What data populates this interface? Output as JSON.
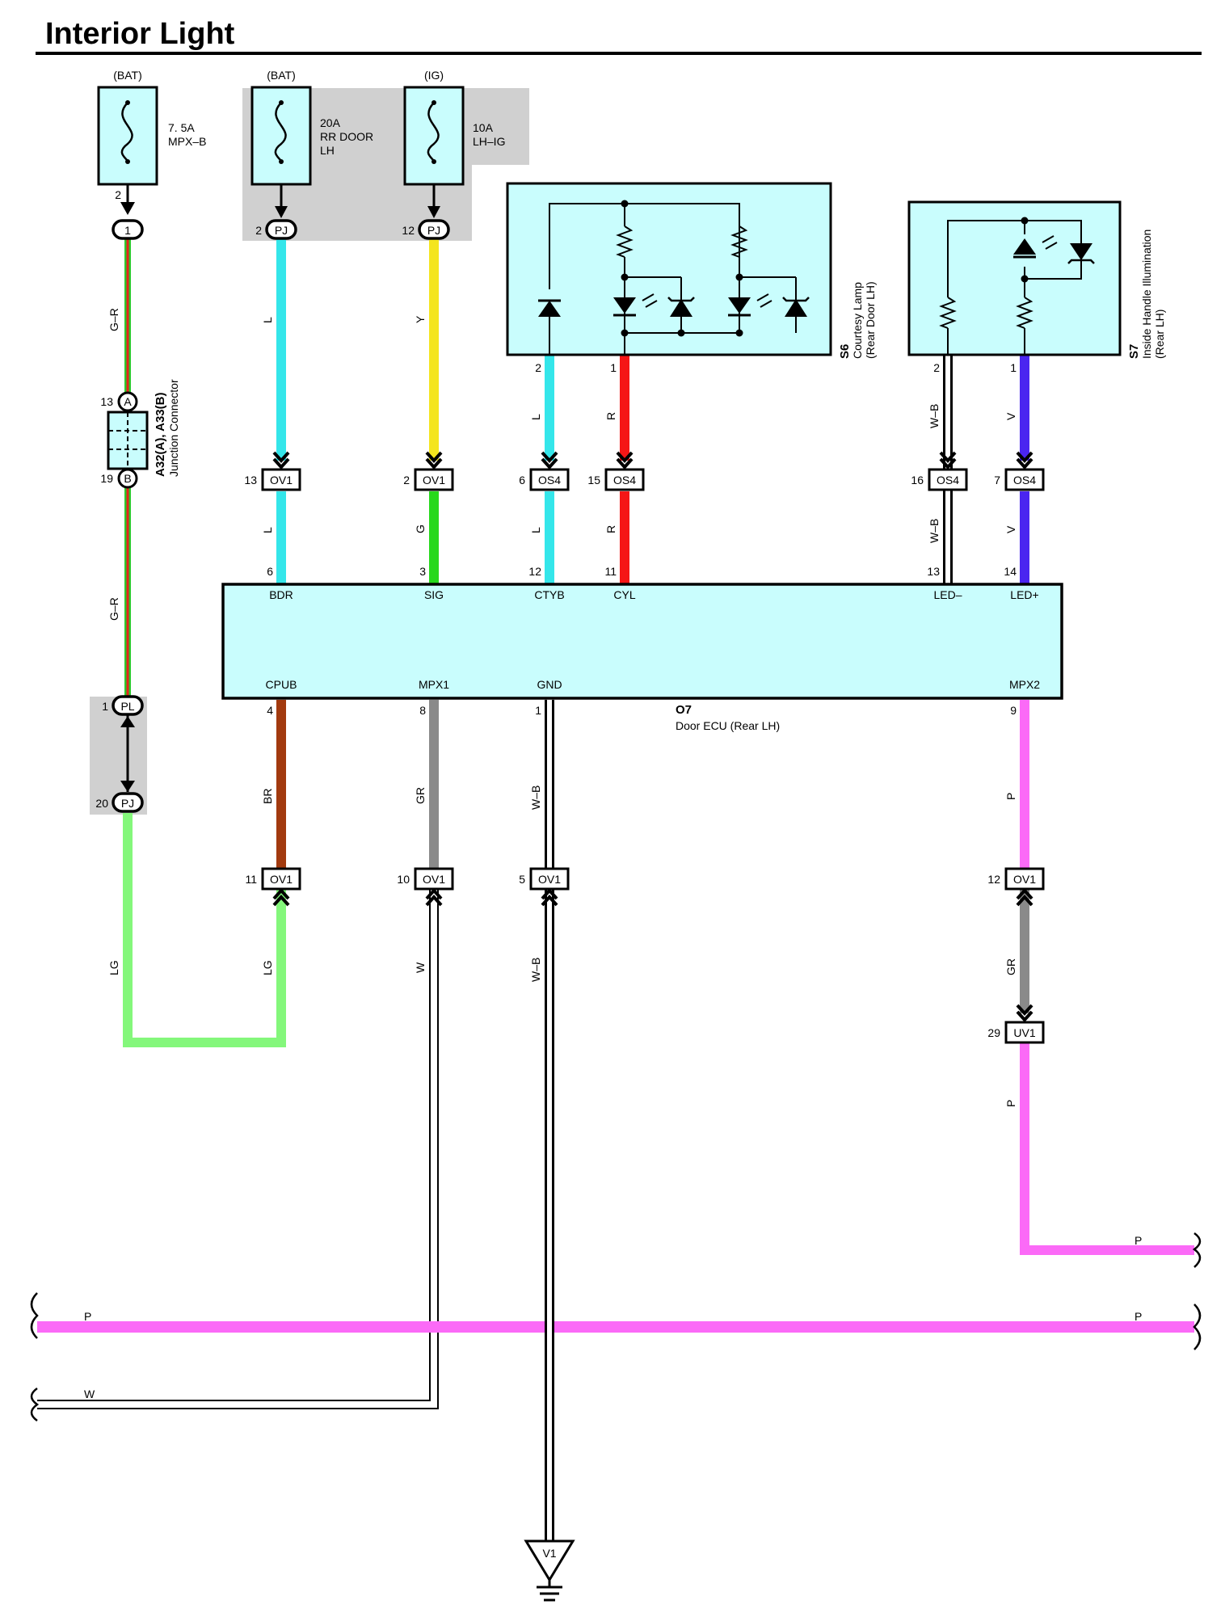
{
  "title": "Interior Light",
  "colors": {
    "L": "#34e6ea",
    "Y": "#f4e51e",
    "G": "#27d81c",
    "R": "#f51616",
    "V": "#4a25f0",
    "BR": "#a23a0f",
    "GR": "#8a8a8a",
    "P": "#fb6af7",
    "LG": "#84f77b",
    "box_fill": "#c9fdfd",
    "gray_zone": "#d0d0d0",
    "G_R_green": "#2ec92e",
    "G_R_red": "#e8241c"
  },
  "fuses": {
    "f1": {
      "source": "(BAT)",
      "rating": "7. 5A",
      "name": "MPX–B",
      "pin": "2"
    },
    "f2": {
      "source": "(BAT)",
      "rating": "20A",
      "name1": "RR DOOR",
      "name2": "LH",
      "pin": "2",
      "conn": "PJ"
    },
    "f3": {
      "source": "(IG)",
      "rating": "10A",
      "name": "LH–IG",
      "pin": "12",
      "conn": "PJ"
    }
  },
  "junction": {
    "pin_top": "1",
    "a_num": "13",
    "a_label": "A",
    "b_num": "19",
    "b_label": "B",
    "code": "A32(A), A33(B)",
    "name": "Junction Connector",
    "pl_num": "1",
    "pl_label": "PL",
    "pj_num": "20",
    "pj_label": "PJ"
  },
  "components": {
    "s6": {
      "code": "S6",
      "name": "Courtesy Lamp",
      "sub": "(Rear Door LH)",
      "pin_l": "2",
      "pin_r": "1"
    },
    "s7": {
      "code": "S7",
      "name": "Inside Handle Illumination",
      "sub": "(Rear LH)",
      "pin_l": "2",
      "pin_r": "1"
    },
    "ecu": {
      "code": "O7",
      "name": "Door ECU (Rear LH)"
    }
  },
  "ecu_pins_top": [
    {
      "num": "6",
      "label": "BDR"
    },
    {
      "num": "3",
      "label": "SIG"
    },
    {
      "num": "12",
      "label": "CTYB"
    },
    {
      "num": "11",
      "label": "CYL"
    },
    {
      "num": "13",
      "label": "LED–"
    },
    {
      "num": "14",
      "label": "LED+"
    }
  ],
  "ecu_pins_bottom": [
    {
      "num": "4",
      "label": "CPUB"
    },
    {
      "num": "8",
      "label": "MPX1"
    },
    {
      "num": "1",
      "label": "GND"
    },
    {
      "num": "9",
      "label": "MPX2"
    }
  ],
  "connectors_upper": [
    {
      "num": "13",
      "label": "OV1"
    },
    {
      "num": "2",
      "label": "OV1"
    },
    {
      "num": "6",
      "label": "OS4"
    },
    {
      "num": "15",
      "label": "OS4"
    },
    {
      "num": "16",
      "label": "OS4"
    },
    {
      "num": "7",
      "label": "OS4"
    }
  ],
  "connectors_lower": [
    {
      "num": "11",
      "label": "OV1"
    },
    {
      "num": "10",
      "label": "OV1"
    },
    {
      "num": "5",
      "label": "OV1"
    },
    {
      "num": "12",
      "label": "OV1"
    }
  ],
  "uv1": {
    "num": "29",
    "label": "UV1"
  },
  "ground": {
    "label": "V1"
  },
  "wire_labels": {
    "gr1": "G–R",
    "gr2": "G–R",
    "bdr_up": "L",
    "bdr_low": "L",
    "sig_up": "Y",
    "sig_low": "G",
    "ctyb_up": "L",
    "ctyb_low": "L",
    "cyl_up": "R",
    "cyl_low": "R",
    "led_m_up": "W–B",
    "led_m_low": "W–B",
    "led_p_up": "V",
    "led_p_low": "V",
    "cpub": "BR",
    "mpx1": "GR",
    "gnd": "W–B",
    "mpx2": "P",
    "lg_left": "LG",
    "lg_right": "LG",
    "w_vert": "W",
    "gnd_low": "W–B",
    "mpx2_gr": "GR",
    "mpx2_p": "P",
    "bus_p_right": "P",
    "bus_p_mid_left": "P",
    "bus_p_mid_right": "P",
    "bus_w": "W"
  }
}
